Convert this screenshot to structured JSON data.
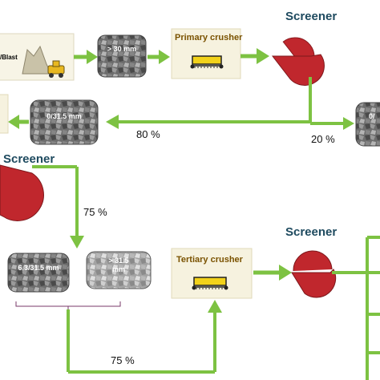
{
  "colors": {
    "arrow": "#7dc242",
    "screener": "#c0272d",
    "crusher_box": "#f6f2df",
    "label_dark": "#1e4a5f",
    "crusher_label": "#7a5200"
  },
  "icons": [
    "blasting-scene-icon",
    "rock-sample-icon",
    "crusher-icon",
    "screener-icon"
  ],
  "stages": {
    "blast_label": "/Blast",
    "stone_over_30": "> 30 mm",
    "primary_crusher": "Primary crusher",
    "screener_top": "Screener",
    "stone_0_315": "0/31.5 mm",
    "stone_right_partial": "0/",
    "pct_80": "80 %",
    "pct_20": "20 %",
    "screener_left": "Screener",
    "pct_75_down": "75 %",
    "stone_63_315": "6.3/31.5 mm",
    "stone_over_315": "> 31.5 mm",
    "tertiary_crusher": "Tertiary crusher",
    "screener_bottom": "Screener",
    "pct_75_bottom": "75 %"
  }
}
